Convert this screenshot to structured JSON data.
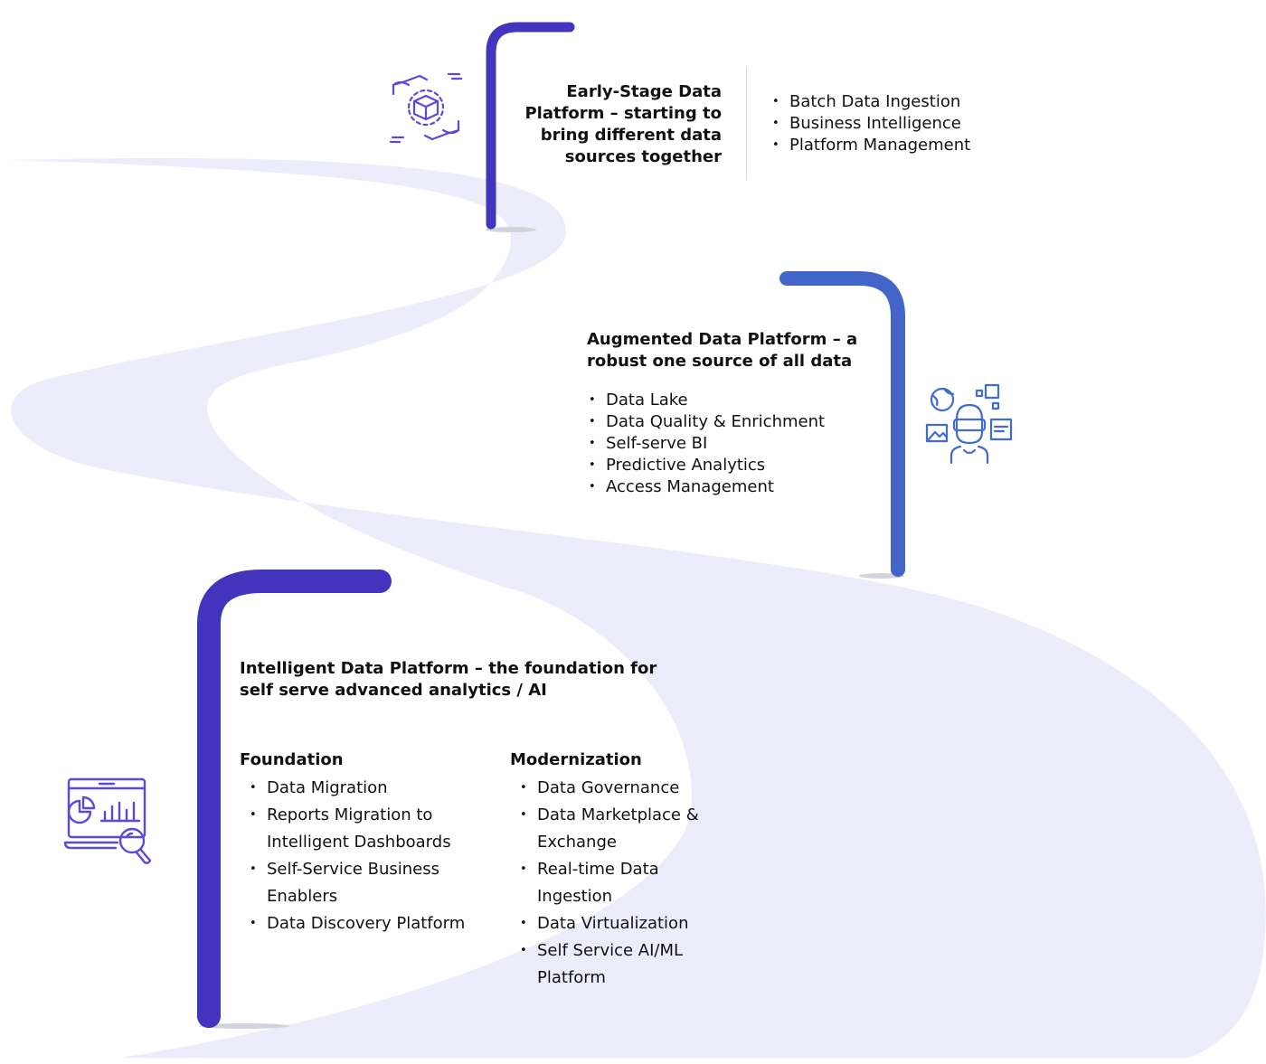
{
  "colors": {
    "road": "#ececfb",
    "pin_dark": "#4334bd",
    "pin_blue": "#4365c9",
    "icon_purple": "#5b49d9",
    "icon_blue": "#3f6bd6"
  },
  "stage1": {
    "title": "Early-Stage Data Platform – starting to bring different data sources together",
    "items": [
      "Batch Data Ingestion",
      "Business Intelligence",
      "Platform Management"
    ],
    "icon": "box-hands-icon"
  },
  "stage2": {
    "title": "Augmented Data Platform – a robust one source of all data",
    "items": [
      "Data Lake",
      "Data Quality & Enrichment",
      "Self-serve BI",
      "Predictive Analytics",
      "Access Management"
    ],
    "icon": "vr-user-icon"
  },
  "stage3": {
    "title": "Intelligent Data Platform – the foundation for self serve advanced analytics / AI",
    "foundation": {
      "heading": "Foundation",
      "items": [
        "Data Migration",
        "Reports Migration to Intelligent Dashboards",
        "Self-Service Business Enablers",
        "Data Discovery Platform"
      ]
    },
    "modernization": {
      "heading": "Modernization",
      "items": [
        "Data Governance",
        "Data Marketplace & Exchange",
        "Real-time Data Ingestion",
        "Data Virtualization",
        "Self Service AI/ML Platform"
      ]
    },
    "icon": "analytics-laptop-icon"
  }
}
